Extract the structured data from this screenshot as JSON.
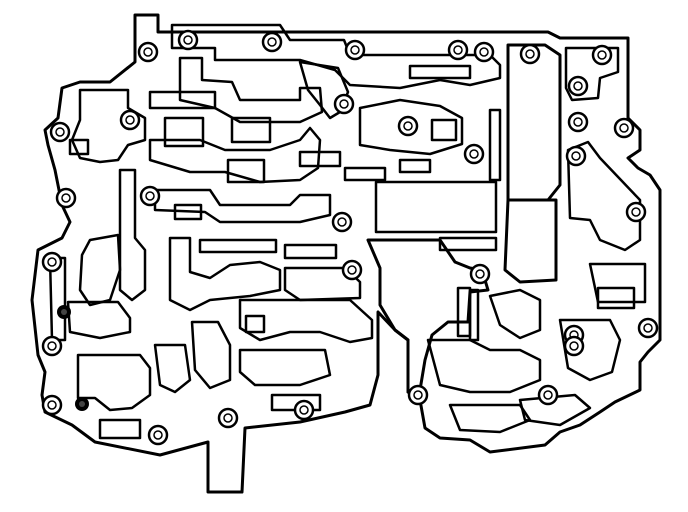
{
  "diagram": {
    "colors": {
      "ink": "#000000",
      "background": "#ffffff"
    },
    "bolt_holes": [
      {
        "id": "bh-01",
        "kind": "bolt-hole"
      },
      {
        "id": "bh-02",
        "kind": "bolt-hole"
      },
      {
        "id": "bh-03",
        "kind": "bolt-hole"
      },
      {
        "id": "bh-04",
        "kind": "bolt-hole"
      },
      {
        "id": "bh-05",
        "kind": "bolt-hole"
      },
      {
        "id": "bh-06",
        "kind": "bolt-hole"
      },
      {
        "id": "bh-07",
        "kind": "bolt-hole"
      },
      {
        "id": "bh-08",
        "kind": "bolt-hole"
      },
      {
        "id": "bh-09",
        "kind": "bolt-hole"
      },
      {
        "id": "bh-10",
        "kind": "bolt-hole"
      },
      {
        "id": "bh-11",
        "kind": "bolt-hole"
      },
      {
        "id": "bh-12",
        "kind": "bolt-hole"
      },
      {
        "id": "bh-13",
        "kind": "bolt-hole"
      },
      {
        "id": "bh-14",
        "kind": "bolt-hole"
      },
      {
        "id": "bh-15",
        "kind": "bolt-hole"
      },
      {
        "id": "bh-16",
        "kind": "bolt-hole"
      },
      {
        "id": "bh-17",
        "kind": "bolt-hole"
      },
      {
        "id": "bh-18",
        "kind": "bolt-hole"
      },
      {
        "id": "bh-19",
        "kind": "bolt-hole"
      },
      {
        "id": "bh-20",
        "kind": "bolt-hole"
      },
      {
        "id": "bh-21",
        "kind": "bolt-hole"
      },
      {
        "id": "bh-22",
        "kind": "bolt-hole"
      },
      {
        "id": "bh-23",
        "kind": "bolt-hole"
      },
      {
        "id": "bh-24",
        "kind": "bolt-hole"
      },
      {
        "id": "bh-25",
        "kind": "bolt-hole"
      },
      {
        "id": "bh-26",
        "kind": "bolt-hole"
      },
      {
        "id": "bh-27",
        "kind": "bolt-hole"
      },
      {
        "id": "bh-28",
        "kind": "bolt-hole"
      },
      {
        "id": "bh-29",
        "kind": "bolt-hole"
      },
      {
        "id": "bh-30",
        "kind": "bolt-hole"
      },
      {
        "id": "bh-31",
        "kind": "bolt-hole"
      },
      {
        "id": "bh-32",
        "kind": "bolt-hole"
      },
      {
        "id": "bh-33",
        "kind": "bolt-hole"
      },
      {
        "id": "bh-34",
        "kind": "bolt-hole"
      }
    ],
    "check_balls": [
      {
        "id": "cb-1",
        "kind": "check-ball"
      },
      {
        "id": "cb-2",
        "kind": "check-ball"
      }
    ]
  }
}
